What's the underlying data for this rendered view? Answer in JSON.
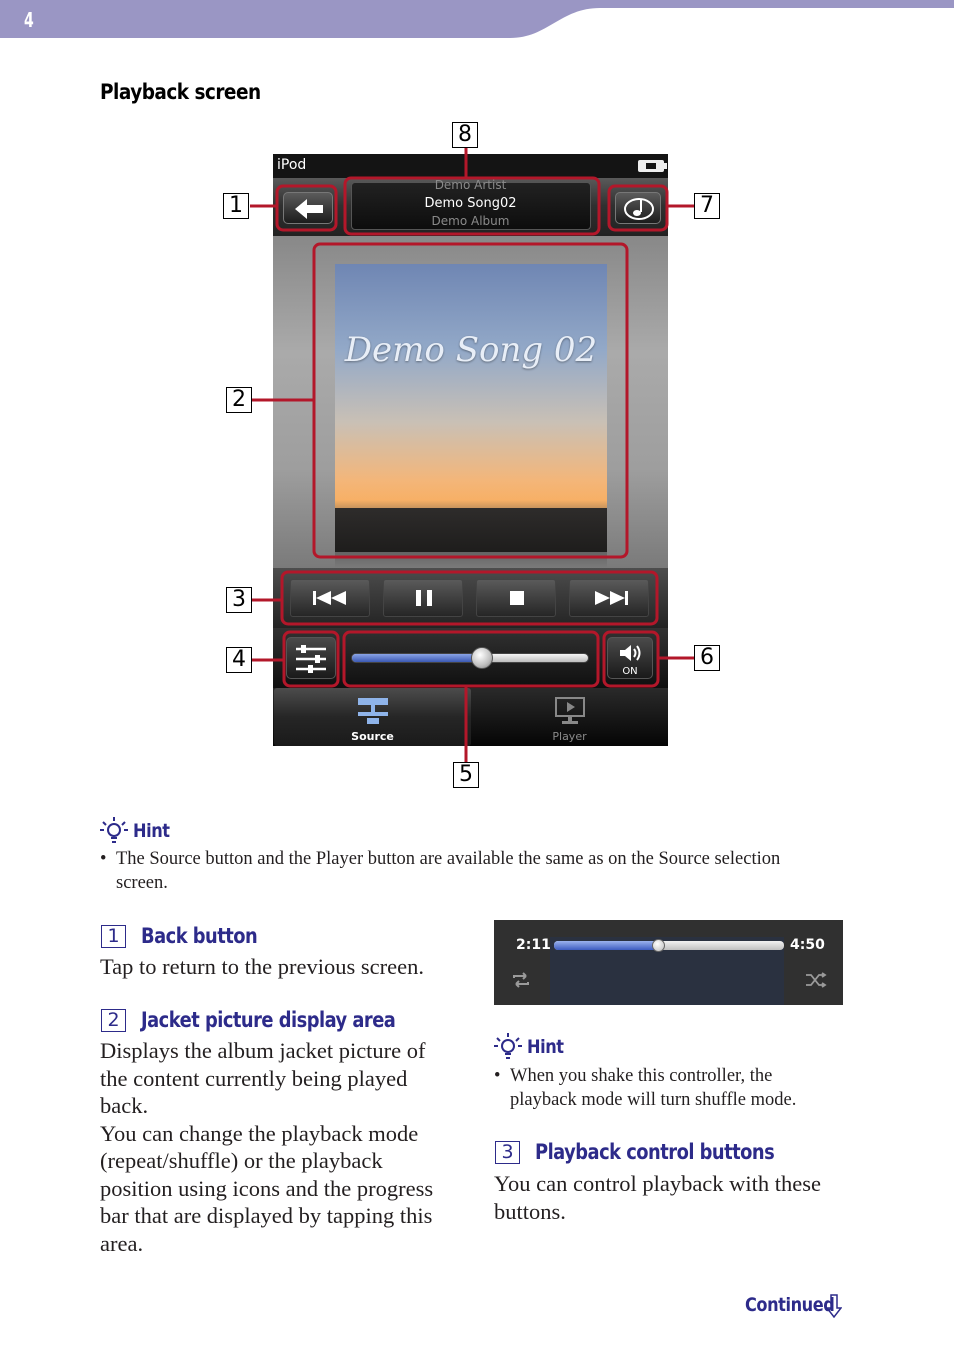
{
  "page": {
    "number": "4",
    "section_title": "Playback screen",
    "header_colors": {
      "band": "#9a96c4",
      "accent": "#2d2b8a",
      "callout_red": "#b3172a"
    }
  },
  "screenshot": {
    "status": {
      "carrier": "iPod"
    },
    "now_playing": {
      "artist": "Demo Artist",
      "song": "Demo Song02",
      "album": "Demo Album"
    },
    "jacket_title": "Demo Song 02",
    "volume_level": 0.55,
    "speaker_label": "ON",
    "tabs": [
      {
        "label": "Source",
        "icon": "source-icon",
        "selected": true
      },
      {
        "label": "Player",
        "icon": "player-icon",
        "selected": false
      }
    ],
    "control_icons": [
      "previous-icon",
      "pause-icon",
      "stop-icon",
      "next-icon"
    ]
  },
  "callouts": [
    "1",
    "2",
    "3",
    "4",
    "5",
    "6",
    "7",
    "8"
  ],
  "hint_top": {
    "title": "Hint",
    "items": [
      "The Source button and the Player button are available the same as on the Source selection screen."
    ]
  },
  "items": [
    {
      "number": "1",
      "title": "Back button",
      "body": "Tap to return to the previous screen."
    },
    {
      "number": "2",
      "title": "Jacket picture display area",
      "body_lines": [
        "Displays the album jacket picture of",
        "the content currently being played",
        "back.",
        "You can change the playback mode",
        "(repeat/shuffle) or the playback",
        "position using icons and the progress",
        "bar that are displayed by tapping this",
        "area."
      ]
    },
    {
      "number": "3",
      "title": "Playback control buttons",
      "body_lines": [
        "You can control playback with these",
        "buttons."
      ]
    }
  ],
  "progress_shot": {
    "elapsed": "2:11",
    "total": "4:50",
    "progress": 0.45
  },
  "hint_right": {
    "title": "Hint",
    "items": [
      "When you shake this controller, the playback mode will turn shuffle mode."
    ]
  },
  "footer": {
    "continued": "Continued"
  }
}
